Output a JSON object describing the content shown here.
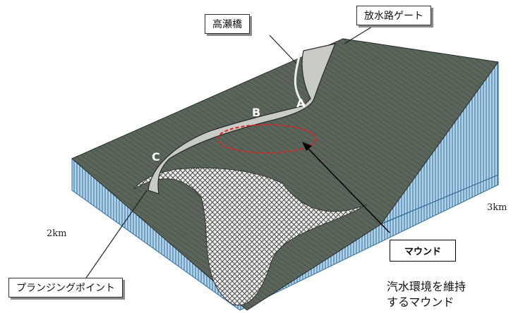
{
  "labels": {
    "takase_bridge": "高瀬橋",
    "spillway_gate": "放水路ゲート",
    "plunging_point": "プランジングポイント",
    "mound": "マウンド"
  },
  "points": {
    "a": "A",
    "b": "B",
    "c": "C"
  },
  "axes": {
    "x_extent": "3km",
    "y_extent": "2km"
  },
  "caption": {
    "line1": "汽水環境を維持",
    "line2": "するマウンド"
  },
  "colors": {
    "terrain": "#4f5a4f",
    "wall": "#a9cce3",
    "wall_line": "#2f6e9a",
    "mound_ellipse": "#e02020",
    "channel": "#d8dcd6"
  }
}
